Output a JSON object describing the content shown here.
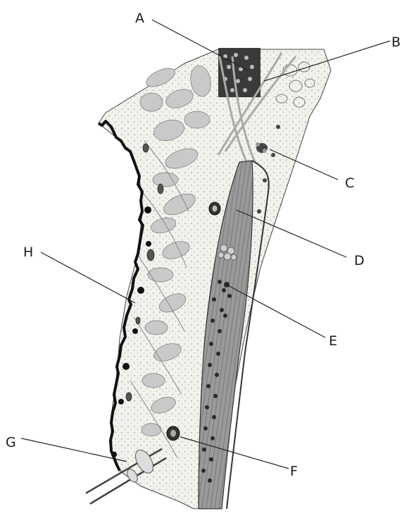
{
  "labels": {
    "A": "A",
    "B": "B",
    "C": "C",
    "D": "D",
    "E": "E",
    "F": "F",
    "G": "G",
    "H": "H"
  },
  "colors": {
    "tissue": "#f3f1ec",
    "muscle": "#8a8a8a",
    "outline": "#111111",
    "leader": "#222222"
  }
}
